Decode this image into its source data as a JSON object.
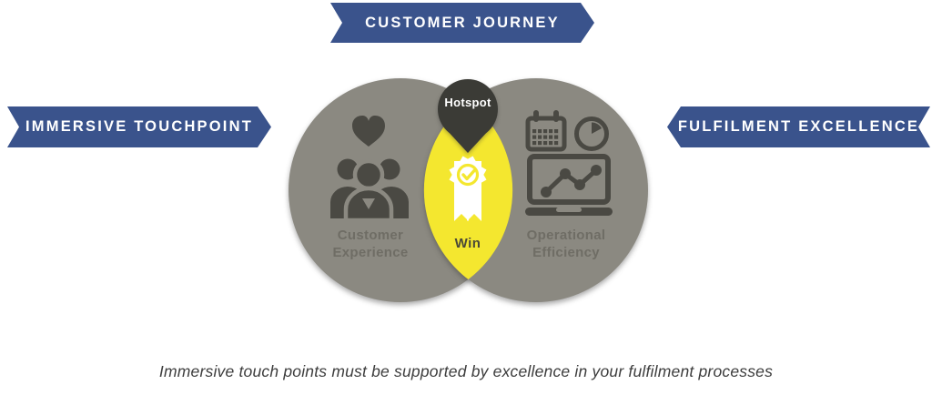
{
  "banners": {
    "top": "CUSTOMER JOURNEY",
    "left": "IMMERSIVE TOUCHPOINT",
    "right": "FULFILMENT EXCELLENCE"
  },
  "venn": {
    "left_circle": {
      "label_lines": [
        "Customer",
        "Experience"
      ],
      "icons": [
        "heart-icon",
        "people-group-icon"
      ]
    },
    "right_circle": {
      "label_lines": [
        "Operational",
        "Efficiency"
      ],
      "icons": [
        "calendar-icon",
        "clock-icon",
        "laptop-chart-icon"
      ]
    },
    "intersection": {
      "pin_label": "Hotspot",
      "label": "Win",
      "icon": "award-ribbon-icon"
    }
  },
  "caption": "Immersive touch points must be supported by excellence in your fulfilment processes",
  "colors": {
    "banner_blue": "#3A538C",
    "circle_gray": "#8B8981",
    "icon_dark": "#4A4943",
    "pin_dark": "#3B3B36",
    "highlight_yellow": "#F4E72F",
    "label_gray": "#6F6D65",
    "win_text": "#4A4838",
    "caption_gray": "#3D3D3D",
    "banner_text": "#FFFFFF"
  }
}
